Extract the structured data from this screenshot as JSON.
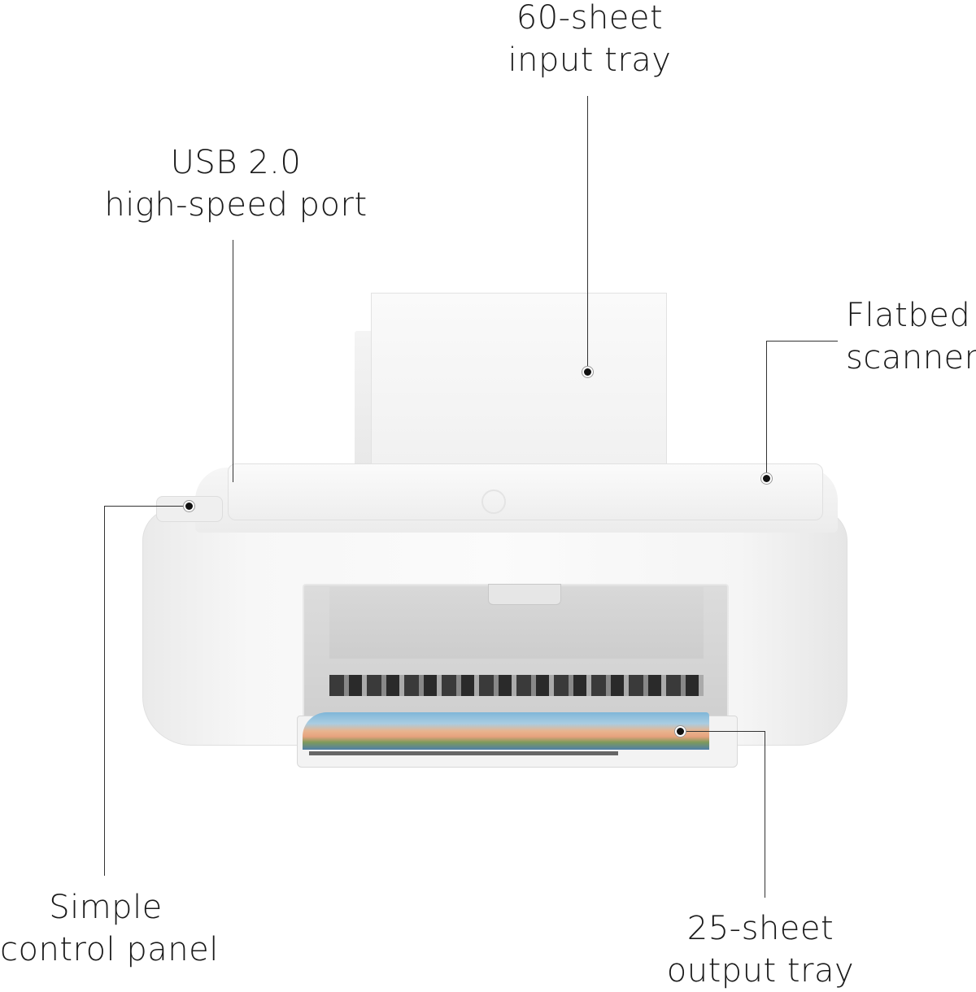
{
  "callouts": {
    "input_tray": {
      "line1": "60-sheet",
      "line2": "input tray"
    },
    "usb_port": {
      "line1": "USB 2.0",
      "line2": "high-speed port"
    },
    "flatbed_scanner": {
      "line1": "Flatbed",
      "line2": "scanner"
    },
    "control_panel": {
      "line1": "Simple",
      "line2": "control panel"
    },
    "output_tray": {
      "line1": "25-sheet",
      "line2": "output tray"
    }
  },
  "colors": {
    "background": "#ffffff",
    "printer_body": "#f4f4f4",
    "line": "#333333"
  }
}
